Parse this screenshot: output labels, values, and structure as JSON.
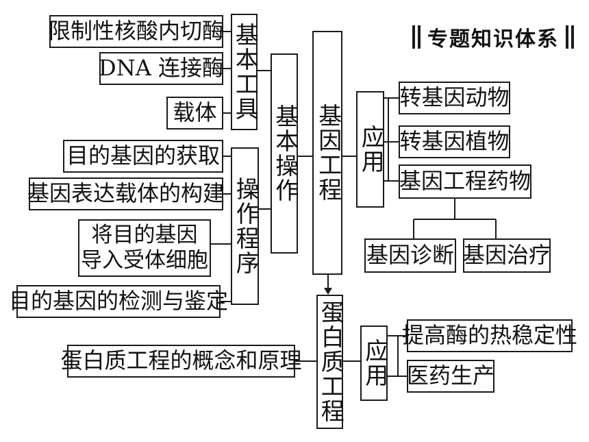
{
  "title": "专题知识体系",
  "nodes": {
    "restriction_enzyme": "限制性核酸内切酶",
    "dna_ligase": "DNA 连接酶",
    "vector": "载体",
    "basic_tools": "基本工具",
    "basic_operation": "基本操作",
    "genetic_engineering": "基因工程",
    "get_target_gene": "目的基因的获取",
    "build_expression_vector": "基因表达载体的构建",
    "introduce_gene": "将目的基因\n导入受体细胞",
    "detect_identify": "目的基因的检测与鉴定",
    "procedure": "操作程序",
    "application_1": "应用",
    "transgenic_animals": "转基因动物",
    "transgenic_plants": "转基因植物",
    "gene_drugs": "基因工程药物",
    "gene_diagnosis": "基因诊断",
    "gene_therapy": "基因治疗",
    "protein_engineering": "蛋白质工程",
    "protein_concept": "蛋白质工程的概念和原理",
    "application_2": "应用",
    "thermostable_enzyme": "提高酶的热稳定性",
    "medicine_production": "医药生产"
  }
}
